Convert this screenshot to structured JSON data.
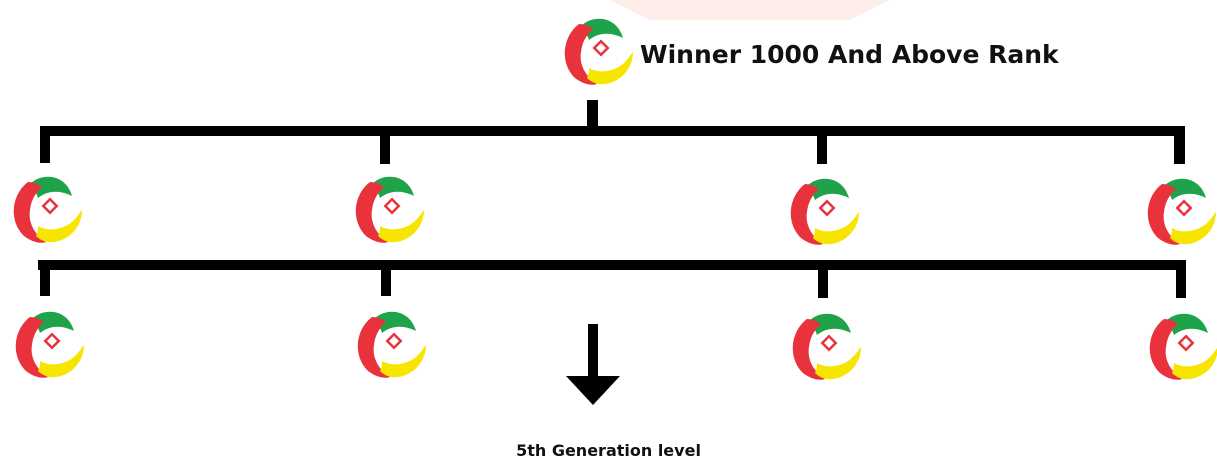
{
  "diagram": {
    "root_label": "Winner 1000 And Above Rank",
    "footer_label": "5th Generation level",
    "node_icon": "winner-logo-icon",
    "arrow_icon": "arrow-down-icon",
    "levels": [
      {
        "name": "root",
        "count": 1
      },
      {
        "name": "level-1",
        "count": 4
      },
      {
        "name": "level-2",
        "count": 4
      }
    ]
  },
  "colors": {
    "line": "#000000",
    "logo_red": "#e8323c",
    "logo_green": "#1fa34a",
    "logo_yellow": "#f7e500",
    "watermark": "#fde3dc"
  }
}
